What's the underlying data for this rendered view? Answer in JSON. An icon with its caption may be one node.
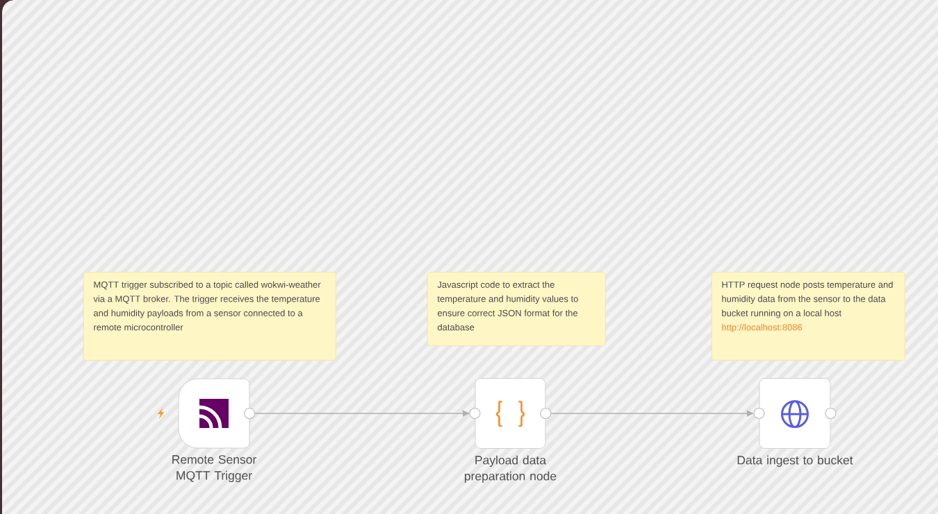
{
  "diagram": {
    "nodes": [
      {
        "text": [
          "MQTT trigger subscribed to a topic called wokwi-weather via a MQTT broker. The trigger receives the temperature and humidity payloads from a sensor connected to a remote microcontroller"
        ]
      },
      {
        "text": [
          "Javascript code to extract the temperature and humidity values to ensure correct JSON format for the database"
        ]
      },
      {
        "text": [
          "HTTP request node posts temperature and humidity data from the sensor to the data bucket running on a local host",
          "http://localhost:8086"
        ]
      },
      {
        "text": [
          "Remote Sensor MQTT Trigger"
        ]
      },
      {
        "text": [
          "Payload data preparation node"
        ]
      },
      {
        "text": [
          "Data ingest to bucket"
        ]
      }
    ],
    "edges": [
      {
        "from": 3,
        "to": 4,
        "arrow": "to"
      },
      {
        "from": 4,
        "to": 5,
        "arrow": "to"
      }
    ]
  }
}
